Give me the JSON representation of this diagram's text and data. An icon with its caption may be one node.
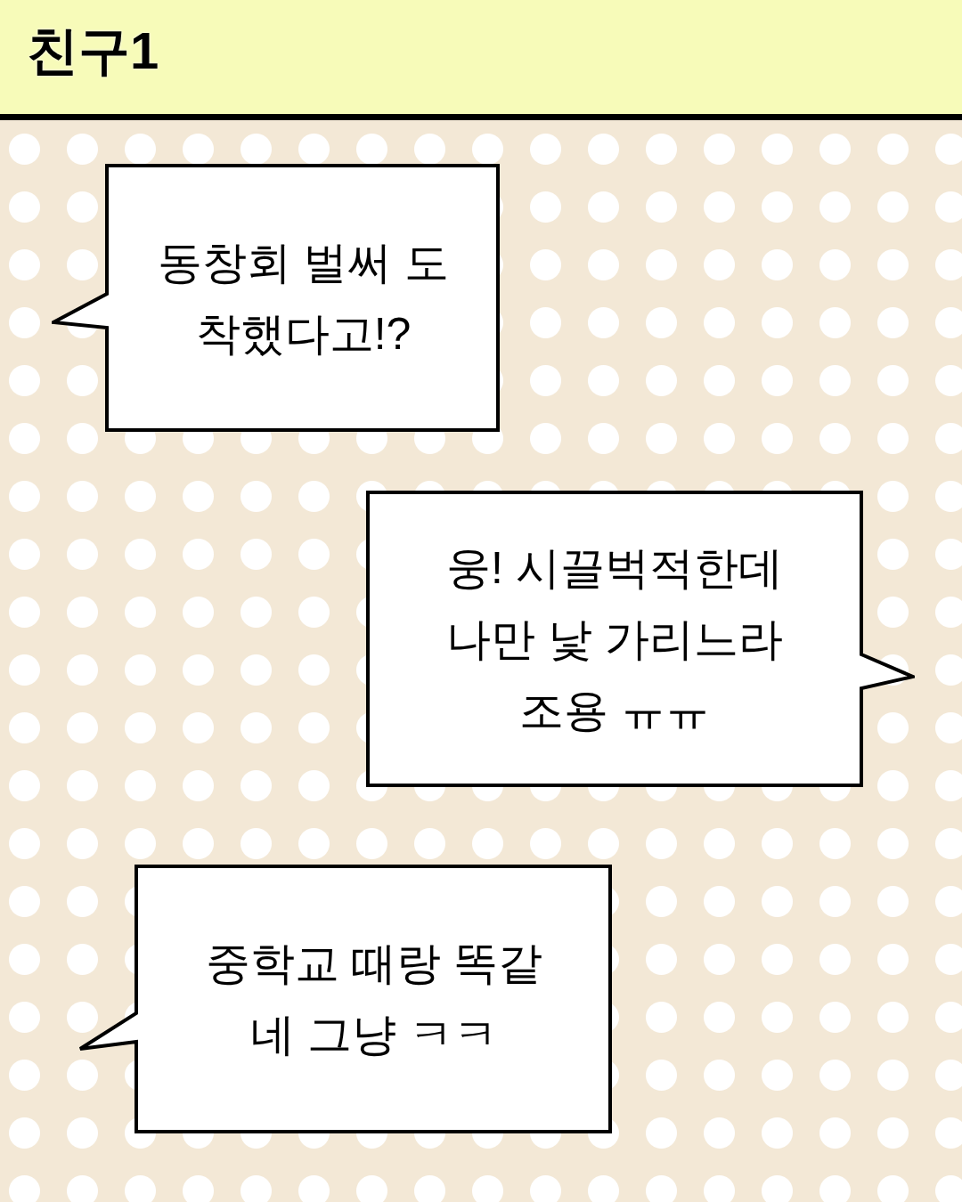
{
  "diagram": {
    "title": "친구1",
    "nodes": [
      {
        "text": [
          "동창회 벌써 도착했다고!?"
        ]
      },
      {
        "text": [
          "웅! 시끌벅적한데 나만 낯 가리느라 조용 ㅠㅠ"
        ]
      },
      {
        "text": [
          "중학교 때랑 똑같네 그냥 ㅋㅋ"
        ]
      }
    ]
  }
}
